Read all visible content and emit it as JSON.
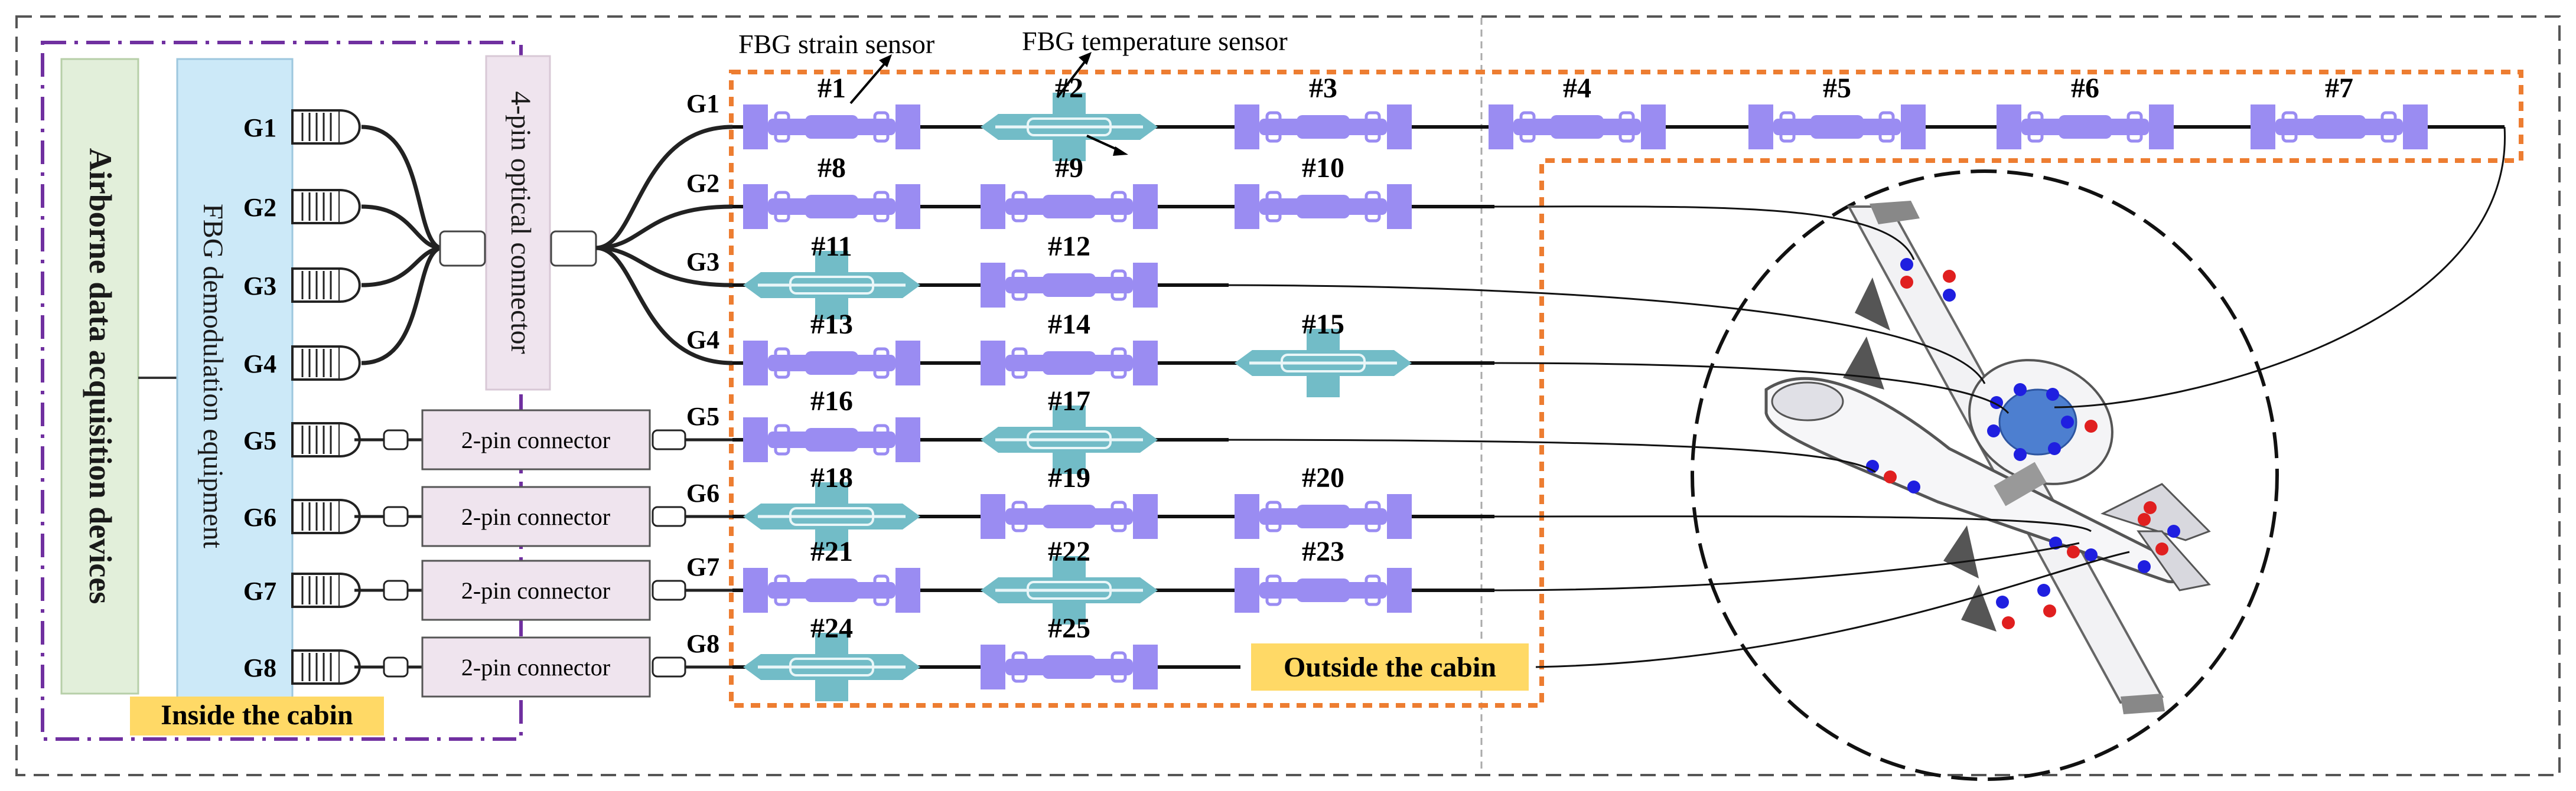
{
  "labels": {
    "airborne": "Airborne data acquisition devices",
    "demod": "FBG demodulation equipment",
    "optical_connector": "4-pin optical connector",
    "inside_cabin": "Inside the cabin",
    "outside_cabin": "Outside the cabin",
    "strain_sensor": "FBG strain sensor",
    "temp_sensor": "FBG temperature sensor",
    "pin2_connector": "2-pin connector"
  },
  "channels": [
    "G1",
    "G2",
    "G3",
    "G4",
    "G5",
    "G6",
    "G7",
    "G8"
  ],
  "sensors": [
    {
      "label": "#1",
      "type": "strain"
    },
    {
      "label": "#2",
      "type": "temperature"
    },
    {
      "label": "#3",
      "type": "strain"
    },
    {
      "label": "#4",
      "type": "strain"
    },
    {
      "label": "#5",
      "type": "strain"
    },
    {
      "label": "#6",
      "type": "strain"
    },
    {
      "label": "#7",
      "type": "strain"
    },
    {
      "label": "#8",
      "type": "strain"
    },
    {
      "label": "#9",
      "type": "strain"
    },
    {
      "label": "#10",
      "type": "strain"
    },
    {
      "label": "#11",
      "type": "temperature"
    },
    {
      "label": "#12",
      "type": "strain"
    },
    {
      "label": "#13",
      "type": "strain"
    },
    {
      "label": "#14",
      "type": "strain"
    },
    {
      "label": "#15",
      "type": "temperature"
    },
    {
      "label": "#16",
      "type": "strain"
    },
    {
      "label": "#17",
      "type": "temperature"
    },
    {
      "label": "#18",
      "type": "temperature"
    },
    {
      "label": "#19",
      "type": "strain"
    },
    {
      "label": "#20",
      "type": "strain"
    },
    {
      "label": "#21",
      "type": "strain"
    },
    {
      "label": "#22",
      "type": "temperature"
    },
    {
      "label": "#23",
      "type": "strain"
    },
    {
      "label": "#24",
      "type": "temperature"
    },
    {
      "label": "#25",
      "type": "strain"
    }
  ],
  "colors": {
    "strain_sensor": "#9a8cf2",
    "temp_sensor": "#72bcc7",
    "airborne_box": "#e2efda",
    "demod_box": "#cce9f8",
    "connector_box": "#efe4ee",
    "highlight_label": "#ffd966",
    "outside_border": "#ed7d31",
    "inside_border": "#7030a0",
    "sensor_dot_blue": "#1f1fe0",
    "sensor_dot_red": "#e01f1f"
  }
}
